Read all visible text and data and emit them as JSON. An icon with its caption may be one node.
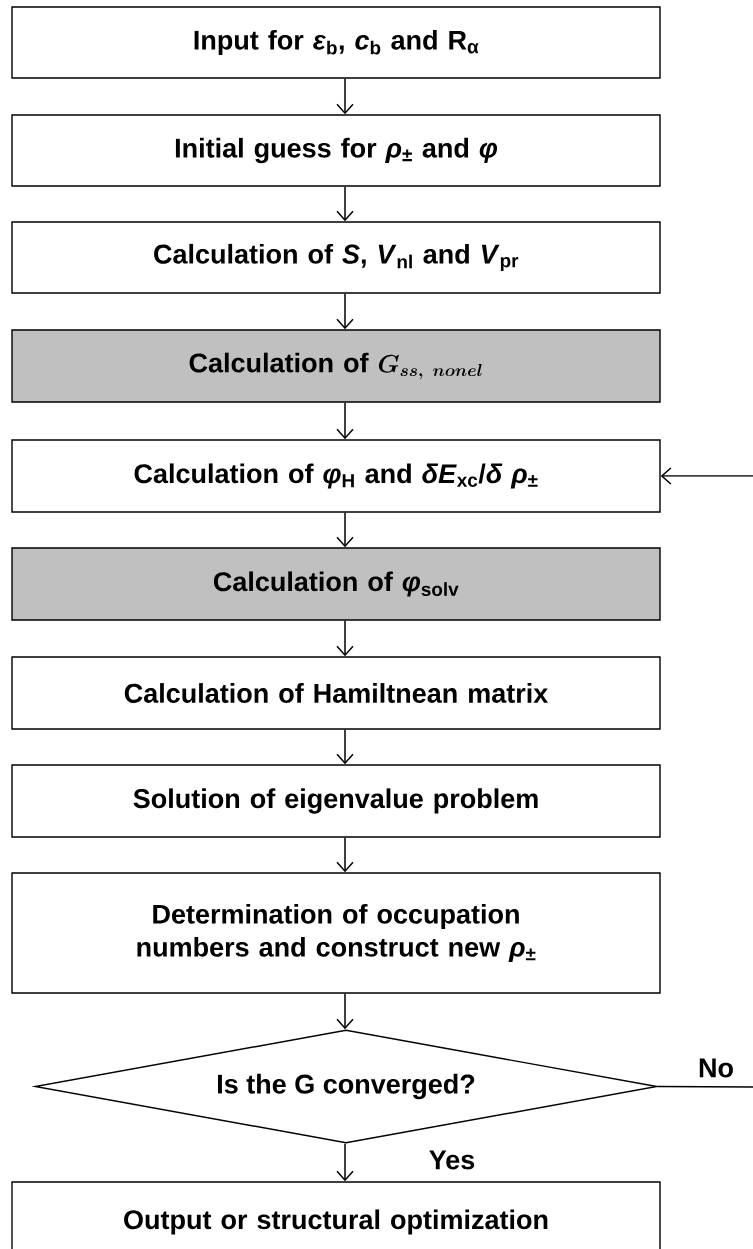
{
  "diagram": {
    "nodes": [
      {
        "text": [
          "Input for *ε*$_{b}$, *c*$_{b}$ and R$_{α}$"
        ]
      },
      {
        "text": [
          "Initial guess for *ρ*$_{±}$ and *φ*"
        ]
      },
      {
        "text": [
          "Calculation of *S*, *V*$_{nl}$ and *V*$_{pr}$"
        ]
      },
      {
        "text": [
          "Calculation of",
          "G_{ss,~nonel}"
        ]
      },
      {
        "text": [
          "Calculation of *φ*$_{H}$ and *δE*$_{xc}$/*δ ρ*$_{±}$"
        ]
      },
      {
        "text": [
          "Calculation of *φ*$_{solv}$"
        ]
      },
      {
        "text": [
          "Calculation of Hamiltnean matrix"
        ]
      },
      {
        "text": [
          "Solution of eigenvalue problem"
        ]
      },
      {
        "text": [
          "Determination of occupation numbers and construct new *ρ*$_{±}$"
        ]
      },
      {
        "text": [
          "Is the G converged?"
        ]
      },
      {
        "text": [
          "Output or structural optimization"
        ]
      }
    ],
    "edges": [
      {
        "from": 0,
        "to": 1,
        "arrow": "to"
      },
      {
        "from": 1,
        "to": 2,
        "arrow": "to"
      },
      {
        "from": 2,
        "to": 3,
        "arrow": "to"
      },
      {
        "from": 3,
        "to": 4,
        "arrow": "to"
      },
      {
        "from": 4,
        "to": 5,
        "arrow": "to"
      },
      {
        "from": 5,
        "to": 6,
        "arrow": "to"
      },
      {
        "from": 6,
        "to": 7,
        "arrow": "to"
      },
      {
        "from": 7,
        "to": 8,
        "arrow": "to"
      },
      {
        "from": 8,
        "to": 9,
        "arrow": "to"
      },
      {
        "from": 9,
        "to": 10,
        "arrow": "to",
        "label": "Yes"
      },
      {
        "from": 9,
        "to": null,
        "arrow": "none",
        "label": "No"
      },
      {
        "from": null,
        "to": 4,
        "arrow": "to"
      }
    ]
  }
}
